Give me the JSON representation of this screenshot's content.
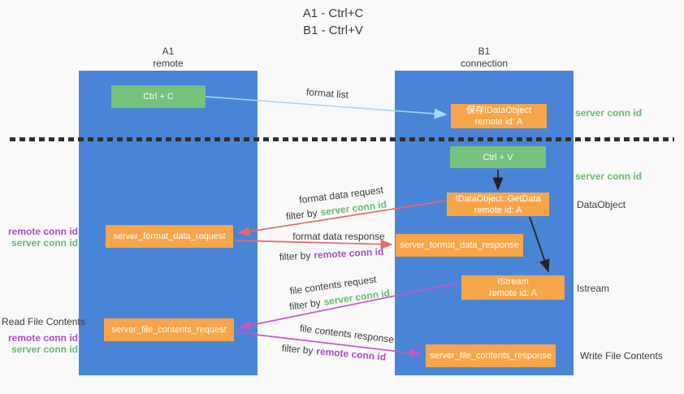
{
  "title": {
    "line1": "A1 - Ctrl+C",
    "line2": "B1 - Ctrl+V"
  },
  "lanes": {
    "left": {
      "title": "A1",
      "subtitle": "remote"
    },
    "right": {
      "title": "B1",
      "subtitle": "connection"
    }
  },
  "boxes": {
    "ctrl_c": {
      "label": "Ctrl + C"
    },
    "save_dataobject": {
      "line1": "保存IDataObject",
      "line2": "remote id: A"
    },
    "ctrl_v": {
      "label": "Ctrl + V"
    },
    "getdata": {
      "line1": "IDataObject::GetData",
      "line2": "remote id: A"
    },
    "server_format_data_request": {
      "label": "server_format_data_request"
    },
    "server_format_data_response": {
      "label": "server_format_data_response"
    },
    "istream": {
      "line1": "IStream",
      "line2": "remote id: A"
    },
    "server_file_contents_request": {
      "label": "server_file_contents_request"
    },
    "server_file_contents_response": {
      "label": "server_file_contents_response"
    }
  },
  "arrows": {
    "format_list": "format list",
    "format_data_request": "format data request",
    "format_data_response": "format data response",
    "file_contents_request": "file contents request",
    "file_contents_response": "file contents response",
    "filter_by": "filter by",
    "server_conn_id": "server conn id",
    "remote_conn_id": "remote conn id"
  },
  "annotations": {
    "right": {
      "server_conn_id_top": "server conn id",
      "server_conn_id_mid": "server conn id",
      "dataobject": "DataObject",
      "istream": "Istream",
      "write_file_contents": "Write File Contents"
    },
    "left": {
      "remote_conn_id_top": "remote conn id",
      "server_conn_id_top": "server conn id",
      "read_file_contents": "Read File Contents",
      "remote_conn_id_bottom": "remote conn id",
      "server_conn_id_bottom": "server conn id"
    }
  },
  "colors": {
    "lane_blue": "#4a84d6",
    "box_orange": "#f9a64a",
    "box_green": "#77c17c",
    "text_green": "#67bb6b",
    "text_purple": "#ad4bc4",
    "arrow_red": "#e56a6a",
    "arrow_magenta": "#c159c1",
    "arrow_light_blue": "#a9d5f2",
    "arrow_black": "#222222"
  }
}
